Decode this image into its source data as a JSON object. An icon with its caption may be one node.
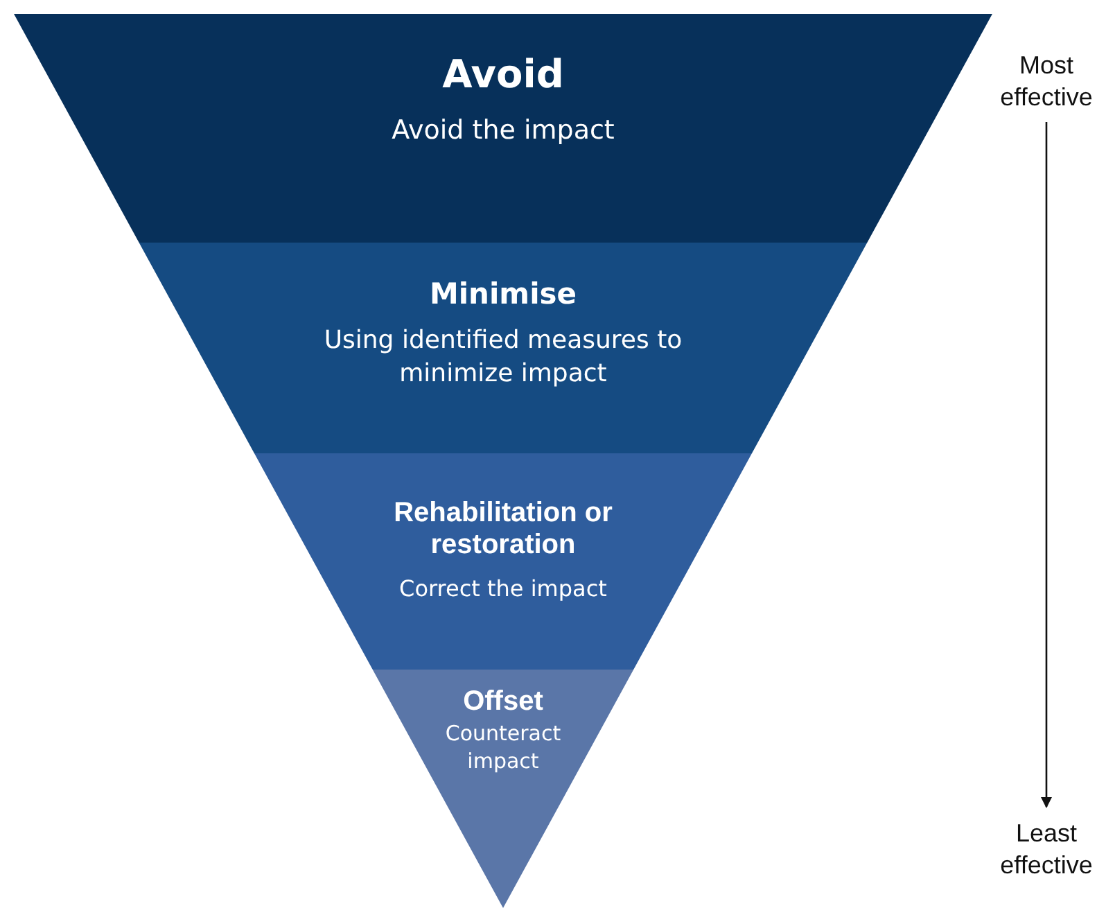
{
  "diagram": {
    "nodes": [
      {
        "text": [
          "Avoid",
          "Avoid the impact"
        ]
      },
      {
        "text": [
          "Minimise",
          "Using identified measures to minimize impact"
        ]
      },
      {
        "text": [
          "Rehabilitation or restoration",
          "Correct the impact"
        ]
      },
      {
        "text": [
          "Offset",
          "Counteract impact"
        ]
      },
      {
        "text": [
          "Most effective"
        ]
      },
      {
        "text": [
          "Least effective"
        ]
      }
    ],
    "edges": [
      {
        "from": 4,
        "to": 5,
        "arrow": "to"
      }
    ]
  }
}
